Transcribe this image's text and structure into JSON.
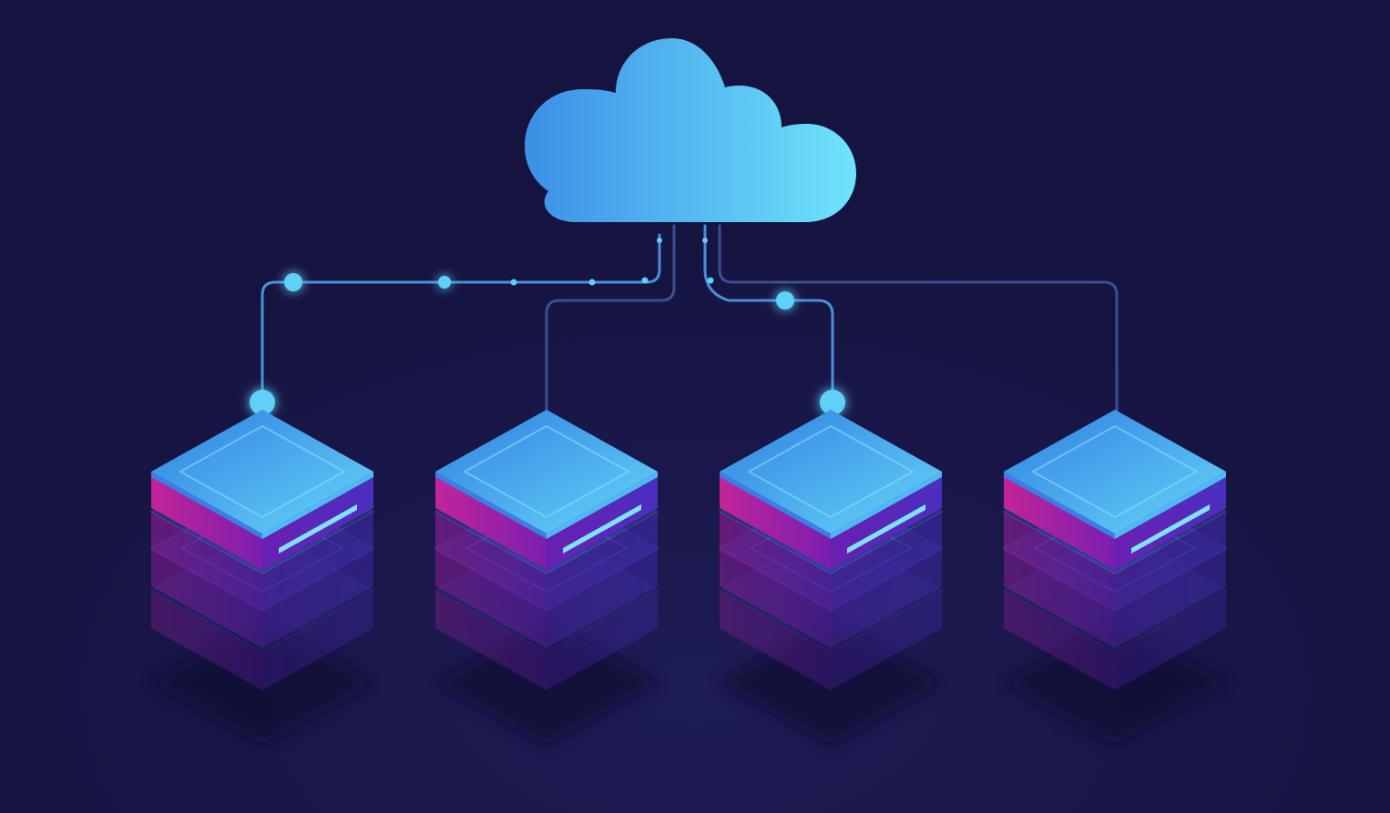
{
  "scene": {
    "background": "#15133f",
    "background_glow": "#1e1c55",
    "cloud": {
      "icon": "cloud-icon",
      "gradient_start": "#3b8fe6",
      "gradient_end": "#6fe4fb"
    },
    "connector": {
      "line_color": "#4a8fd8",
      "dim_line_color": "#3a4f92",
      "node_color": "#5fd0f7"
    },
    "server": {
      "icon": "server-stack-icon",
      "top_gradient_start": "#2f7fe0",
      "top_gradient_end": "#67d6f8",
      "side_left": "#c2249a",
      "side_mid": "#7a1fb0",
      "side_right": "#4a2fc0",
      "indicator_color": "#7fe3ff"
    },
    "servers": [
      {
        "id": "server-1",
        "connected": true,
        "glow": true
      },
      {
        "id": "server-2",
        "connected": true,
        "glow": false
      },
      {
        "id": "server-3",
        "connected": true,
        "glow": true
      },
      {
        "id": "server-4",
        "connected": true,
        "glow": false
      }
    ]
  }
}
